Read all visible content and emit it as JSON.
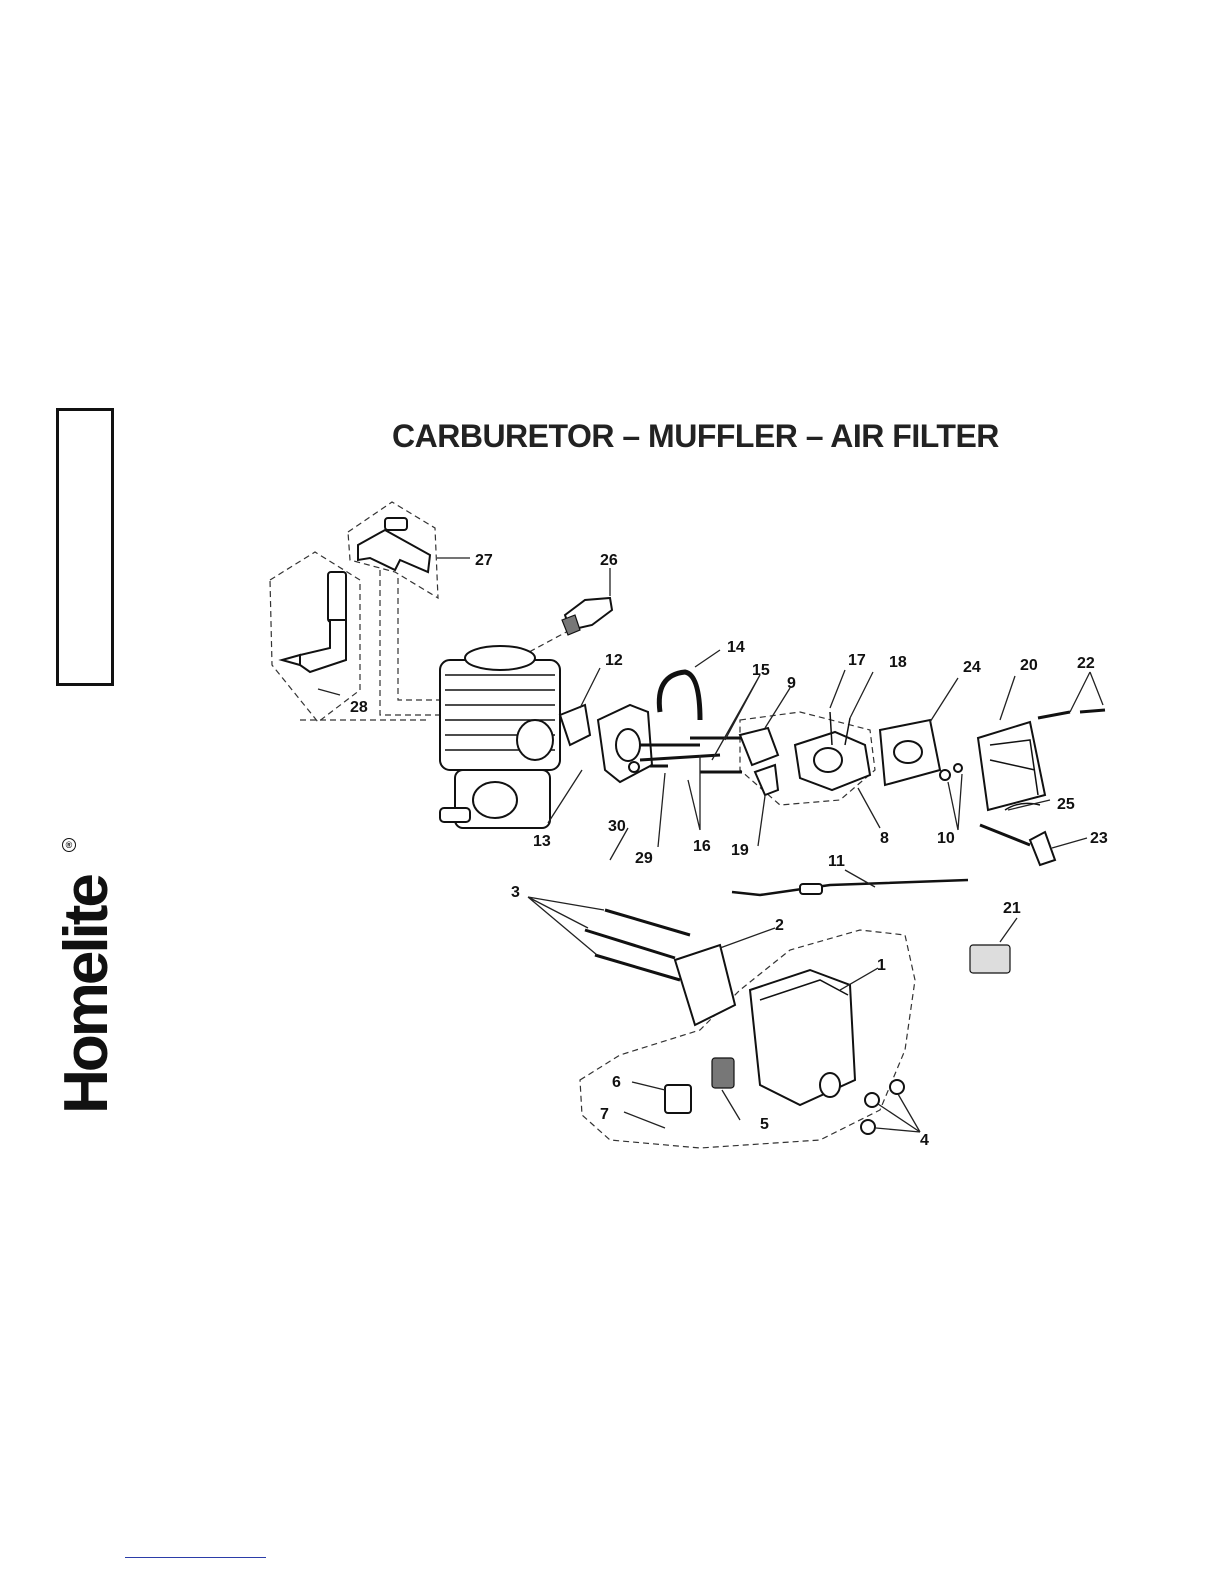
{
  "brand": {
    "name": "Homelite",
    "reg_mark": "®"
  },
  "title": "CARBURETOR – MUFFLER – AIR FILTER",
  "callouts": {
    "c1": "1",
    "c2": "2",
    "c3": "3",
    "c4": "4",
    "c5": "5",
    "c6": "6",
    "c7": "7",
    "c8": "8",
    "c9": "9",
    "c10": "10",
    "c11": "11",
    "c12": "12",
    "c13": "13",
    "c14": "14",
    "c15": "15",
    "c16": "16",
    "c17": "17",
    "c18": "18",
    "c19": "19",
    "c20": "20",
    "c21": "21",
    "c22": "22",
    "c23": "23",
    "c24": "24",
    "c25": "25",
    "c26": "26",
    "c27": "27",
    "c28": "28",
    "c29": "29",
    "c30": "30"
  }
}
